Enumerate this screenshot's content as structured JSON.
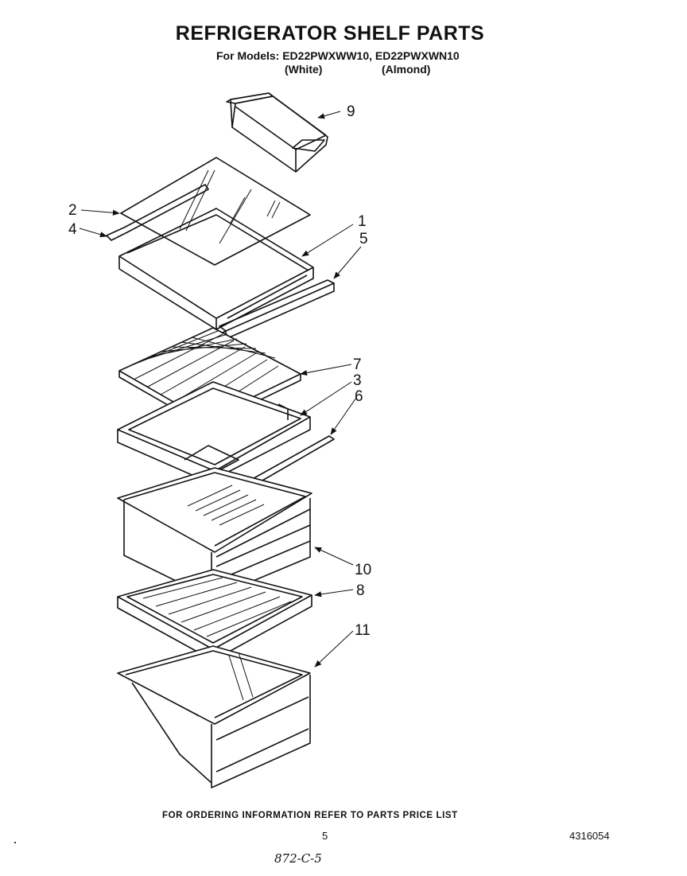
{
  "header": {
    "title": "REFRIGERATOR SHELF PARTS",
    "models_line": "For Models: ED22PWXWW10, ED22PWXWN10",
    "variant_white": "(White)",
    "variant_almond": "(Almond)"
  },
  "callouts": {
    "c9": "9",
    "c2": "2",
    "c4": "4",
    "c1": "1",
    "c5": "5",
    "c7": "7",
    "c3": "3",
    "c6": "6",
    "c10": "10",
    "c8": "8",
    "c11": "11"
  },
  "footer": {
    "ordering_note": "FOR ORDERING INFORMATION REFER TO PARTS PRICE LIST",
    "page_number": "5",
    "document_number": "4316054",
    "handwritten_note": "872-C-5"
  }
}
